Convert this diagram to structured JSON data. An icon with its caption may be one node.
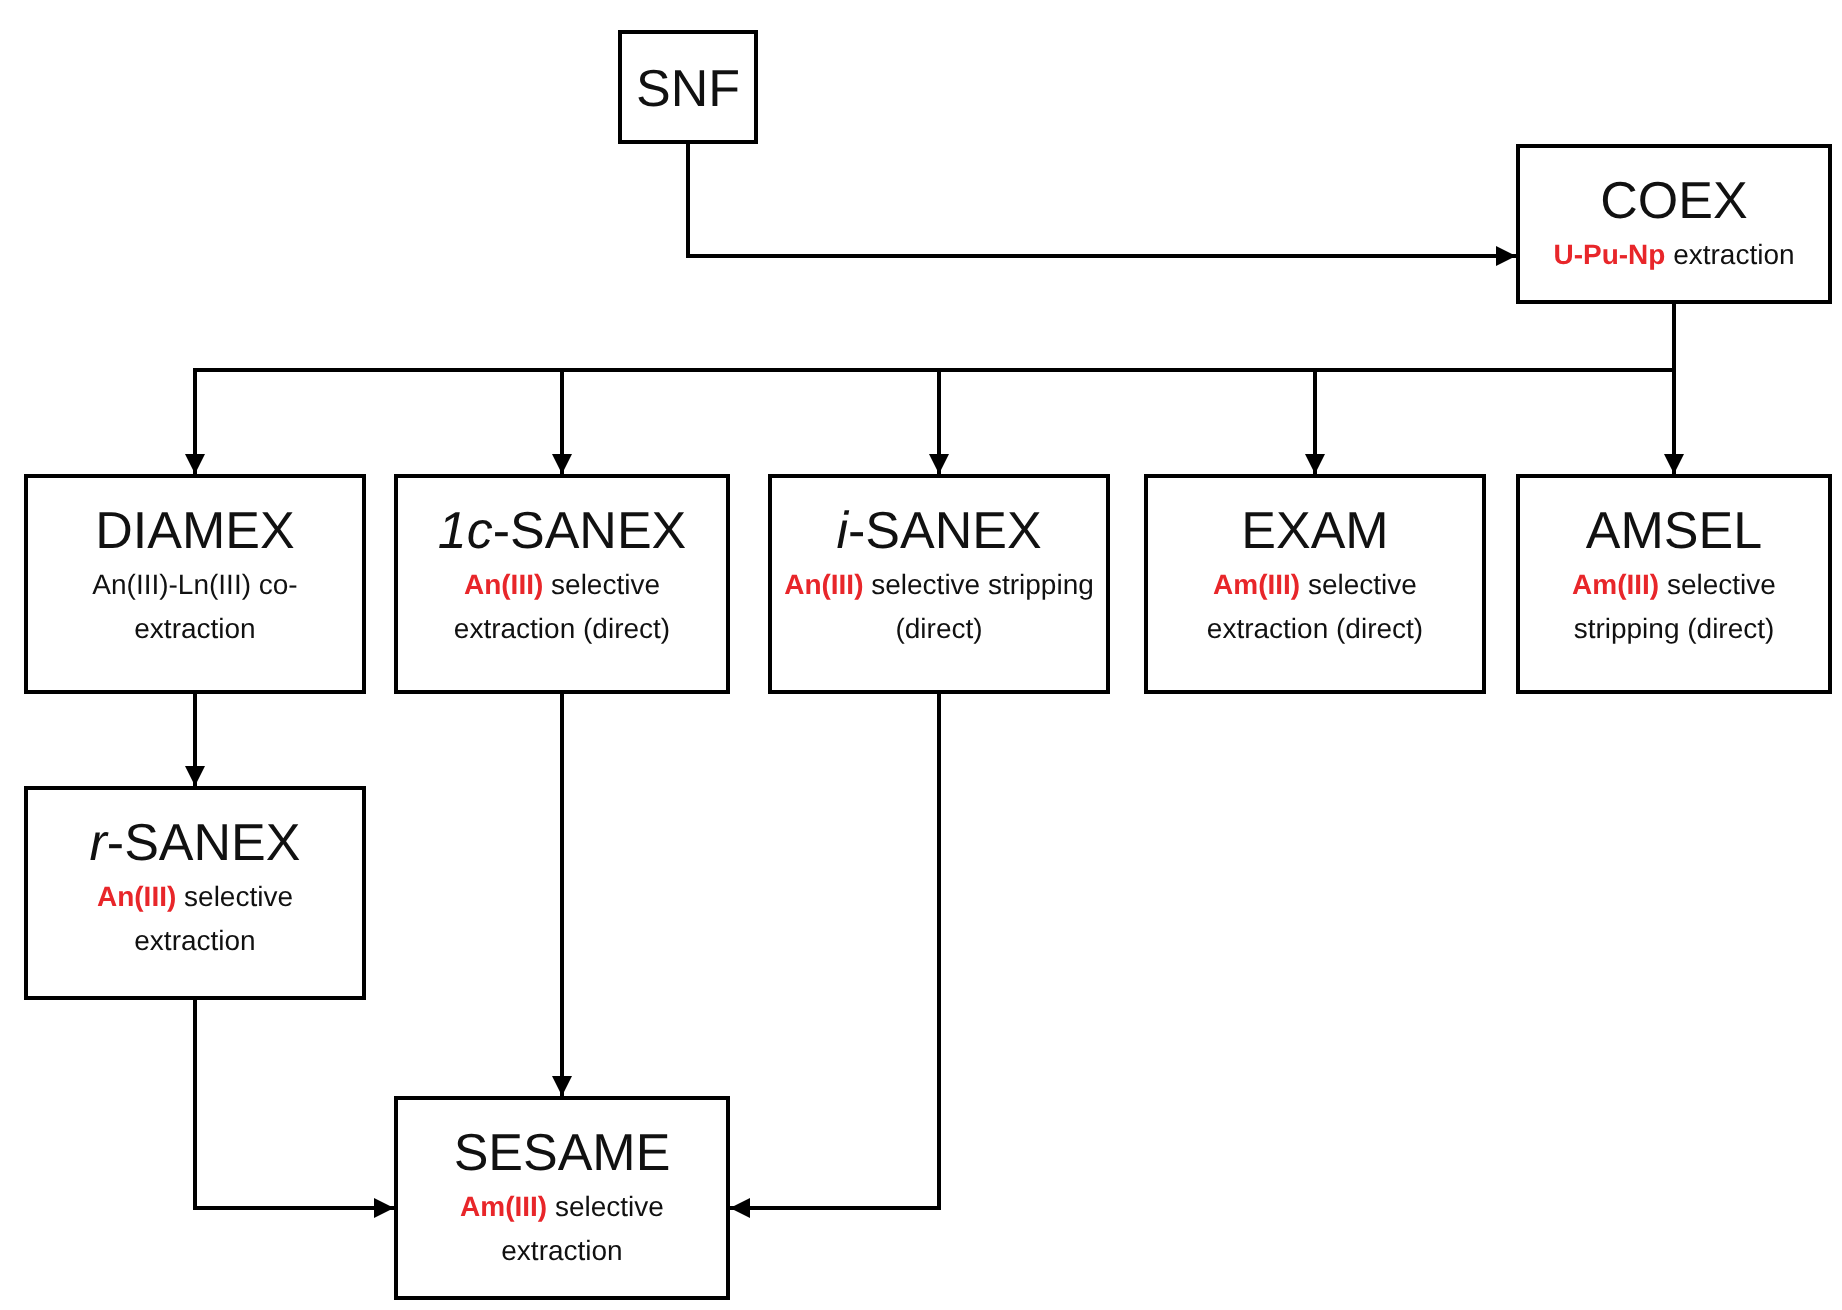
{
  "diagram": {
    "nodes": [
      {
        "text": [
          "SNF"
        ]
      },
      {
        "text": [
          "COEX",
          "**U-Pu-Np** extraction"
        ]
      },
      {
        "text": [
          "DIAMEX",
          "An(III)-Ln(III) co-extraction"
        ]
      },
      {
        "text": [
          "*1c*-SANEX",
          "**An(III)** selective extraction (direct)"
        ]
      },
      {
        "text": [
          "*i*-SANEX",
          "**An(III)** selective stripping (direct)"
        ]
      },
      {
        "text": [
          "EXAM",
          "**Am(III)** selective extraction (direct)"
        ]
      },
      {
        "text": [
          "AMSEL",
          "**Am(III)** selective stripping (direct)"
        ]
      },
      {
        "text": [
          "*r*-SANEX",
          "**An(III)** selective extraction"
        ]
      },
      {
        "text": [
          "SESAME",
          "**Am(III)** selective extraction"
        ]
      }
    ],
    "edges": [
      {
        "from": 0,
        "to": 1,
        "arrow": "to"
      },
      {
        "from": 1,
        "to": 2,
        "arrow": "to"
      },
      {
        "from": 1,
        "to": 3,
        "arrow": "to"
      },
      {
        "from": 1,
        "to": 4,
        "arrow": "to"
      },
      {
        "from": 1,
        "to": 5,
        "arrow": "to"
      },
      {
        "from": 1,
        "to": 6,
        "arrow": "to"
      },
      {
        "from": 2,
        "to": 7,
        "arrow": "to"
      },
      {
        "from": 7,
        "to": 8,
        "arrow": "to"
      },
      {
        "from": 3,
        "to": 8,
        "arrow": "to"
      },
      {
        "from": 4,
        "to": 8,
        "arrow": "to"
      }
    ]
  }
}
